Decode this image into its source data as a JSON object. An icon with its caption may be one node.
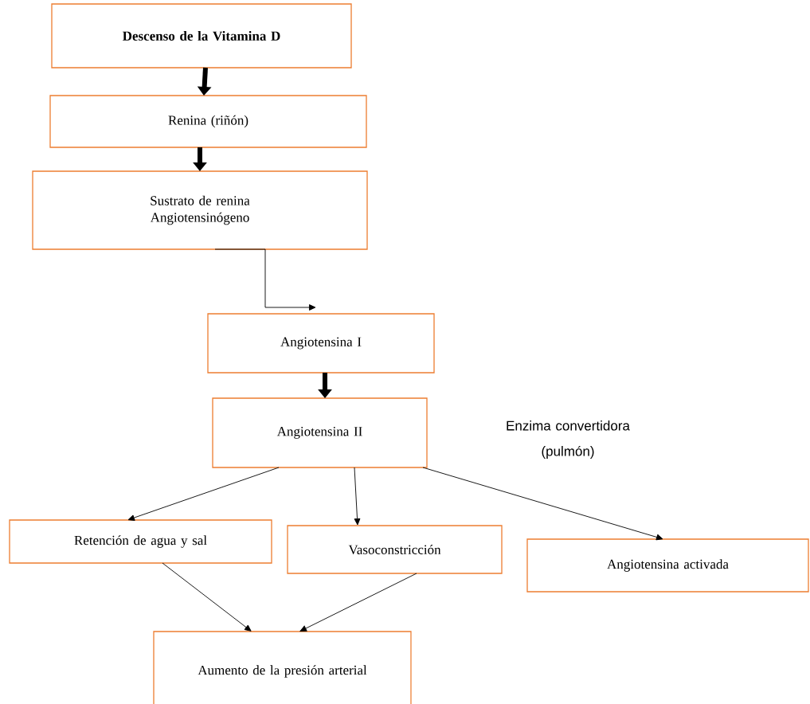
{
  "diagram": {
    "nodes": [
      {
        "text": [
          "**Descenso de la Vitamina D**"
        ]
      },
      {
        "text": [
          "Renina (riñón)"
        ]
      },
      {
        "text": [
          "Sustrato de renina Angiotensinógeno"
        ]
      },
      {
        "text": [
          "Angiotensina I"
        ]
      },
      {
        "text": [
          "Angiotensina II"
        ]
      },
      {
        "text": [
          "Retención de agua y sal"
        ]
      },
      {
        "text": [
          "Vasoconstricción"
        ]
      },
      {
        "text": [
          "Angiotensina activada"
        ]
      },
      {
        "text": [
          "Aumento de la presión arterial"
        ]
      }
    ],
    "edges": [
      {
        "from": 0,
        "to": 1,
        "arrow": "to",
        "style": "thick"
      },
      {
        "from": 1,
        "to": 2,
        "arrow": "to",
        "style": "thick"
      },
      {
        "from": 2,
        "to": 3,
        "arrow": "to"
      },
      {
        "from": 3,
        "to": 4,
        "arrow": "to",
        "style": "thick"
      },
      {
        "from": 4,
        "to": 5,
        "arrow": "to"
      },
      {
        "from": 4,
        "to": 6,
        "arrow": "to"
      },
      {
        "from": 4,
        "to": 7,
        "arrow": "to"
      },
      {
        "from": 5,
        "to": 8,
        "arrow": "to"
      },
      {
        "from": 6,
        "to": 8,
        "arrow": "to"
      }
    ],
    "labels": [
      "Enzima convertidora (pulmón)"
    ]
  }
}
